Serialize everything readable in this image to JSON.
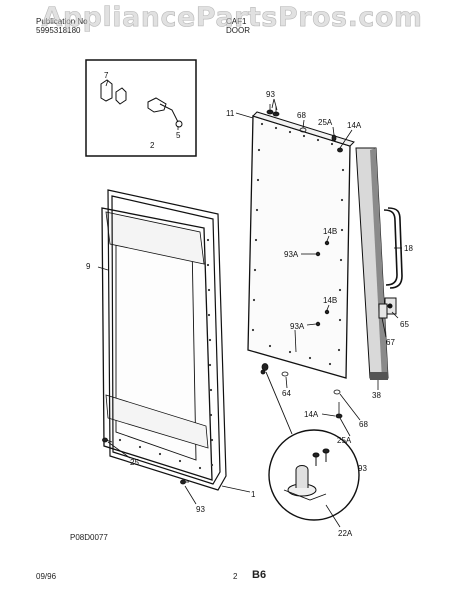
{
  "header": {
    "publication_label": "Publication No",
    "publication_no": "5995318180",
    "model": "CAF1",
    "section": "DOOR"
  },
  "watermark": "AppliancePartsPros.com",
  "drawing_code": "P08D0077",
  "footer": {
    "date": "09/96",
    "page": "2",
    "page_code": "B6"
  },
  "parts": {
    "p7": "7",
    "p5": "5",
    "p2": "2",
    "p93_top": "93",
    "p11": "11",
    "p68_top": "68",
    "p25a_top": "25A",
    "p14a_top": "14A",
    "p9": "9",
    "p14b_1": "14B",
    "p93a_1": "93A",
    "p18": "18",
    "p14b_2": "14B",
    "p93a_2": "93A",
    "p65": "65",
    "p67": "67",
    "p64": "64",
    "p38": "38",
    "p14a_bot": "14A",
    "p68_bot": "68",
    "p25a_bot": "25A",
    "p25": "25",
    "p1": "1",
    "p93_right": "93",
    "p93_bot": "93",
    "p22a": "22A"
  }
}
